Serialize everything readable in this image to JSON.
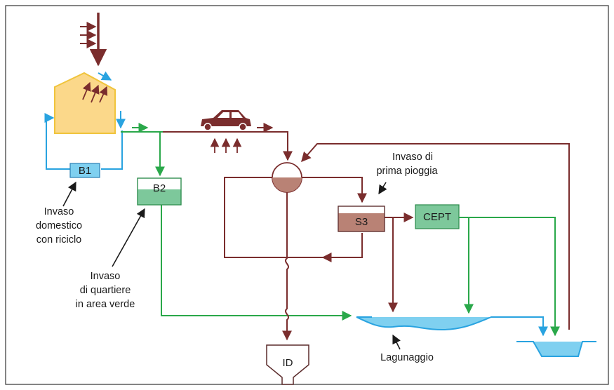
{
  "nodes": {
    "b1": {
      "label": "B1"
    },
    "b2": {
      "label": "B2"
    },
    "s3": {
      "label": "S3"
    },
    "cept": {
      "label": "CEPT"
    },
    "id": {
      "label": "ID"
    }
  },
  "annotations": {
    "invaso_domestico": [
      "Invaso",
      "domestico",
      "con riciclo"
    ],
    "invaso_quartiere": [
      "Invaso",
      "di quartiere",
      "in area verde"
    ],
    "invaso_prima_pioggia": [
      "Invaso di",
      "prima pioggia"
    ],
    "lagunaggio": "Lagunaggio"
  },
  "colors": {
    "frame": "#333333",
    "flow_brown": "#7a2d2d",
    "flow_blue": "#29a3e0",
    "flow_green": "#2aa84a",
    "house_fill": "#fbd88a",
    "house_stroke": "#f0c43c",
    "b1_fill": "#7fd0f0",
    "b2_water": "#7dc89b",
    "s3_fill": "#b98275",
    "cept_fill": "#7dc89b",
    "water_fill": "#7fd0f0",
    "car_fill": "#7a2d2d"
  }
}
